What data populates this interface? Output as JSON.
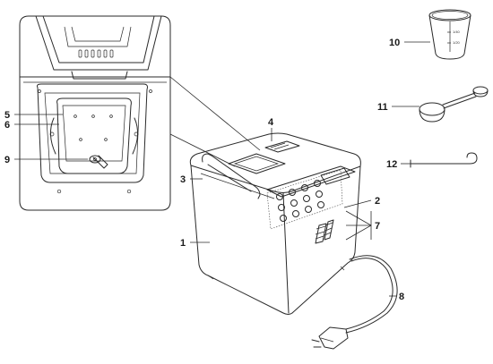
{
  "callouts": {
    "c1": "1",
    "c2": "2",
    "c3": "3",
    "c4": "4",
    "c5": "5",
    "c6": "6",
    "c7": "7",
    "c8": "8",
    "c9": "9",
    "c10": "10",
    "c11": "11",
    "c12": "12"
  },
  "cup_marks": {
    "upper": "1/40",
    "lower": "1/20"
  }
}
